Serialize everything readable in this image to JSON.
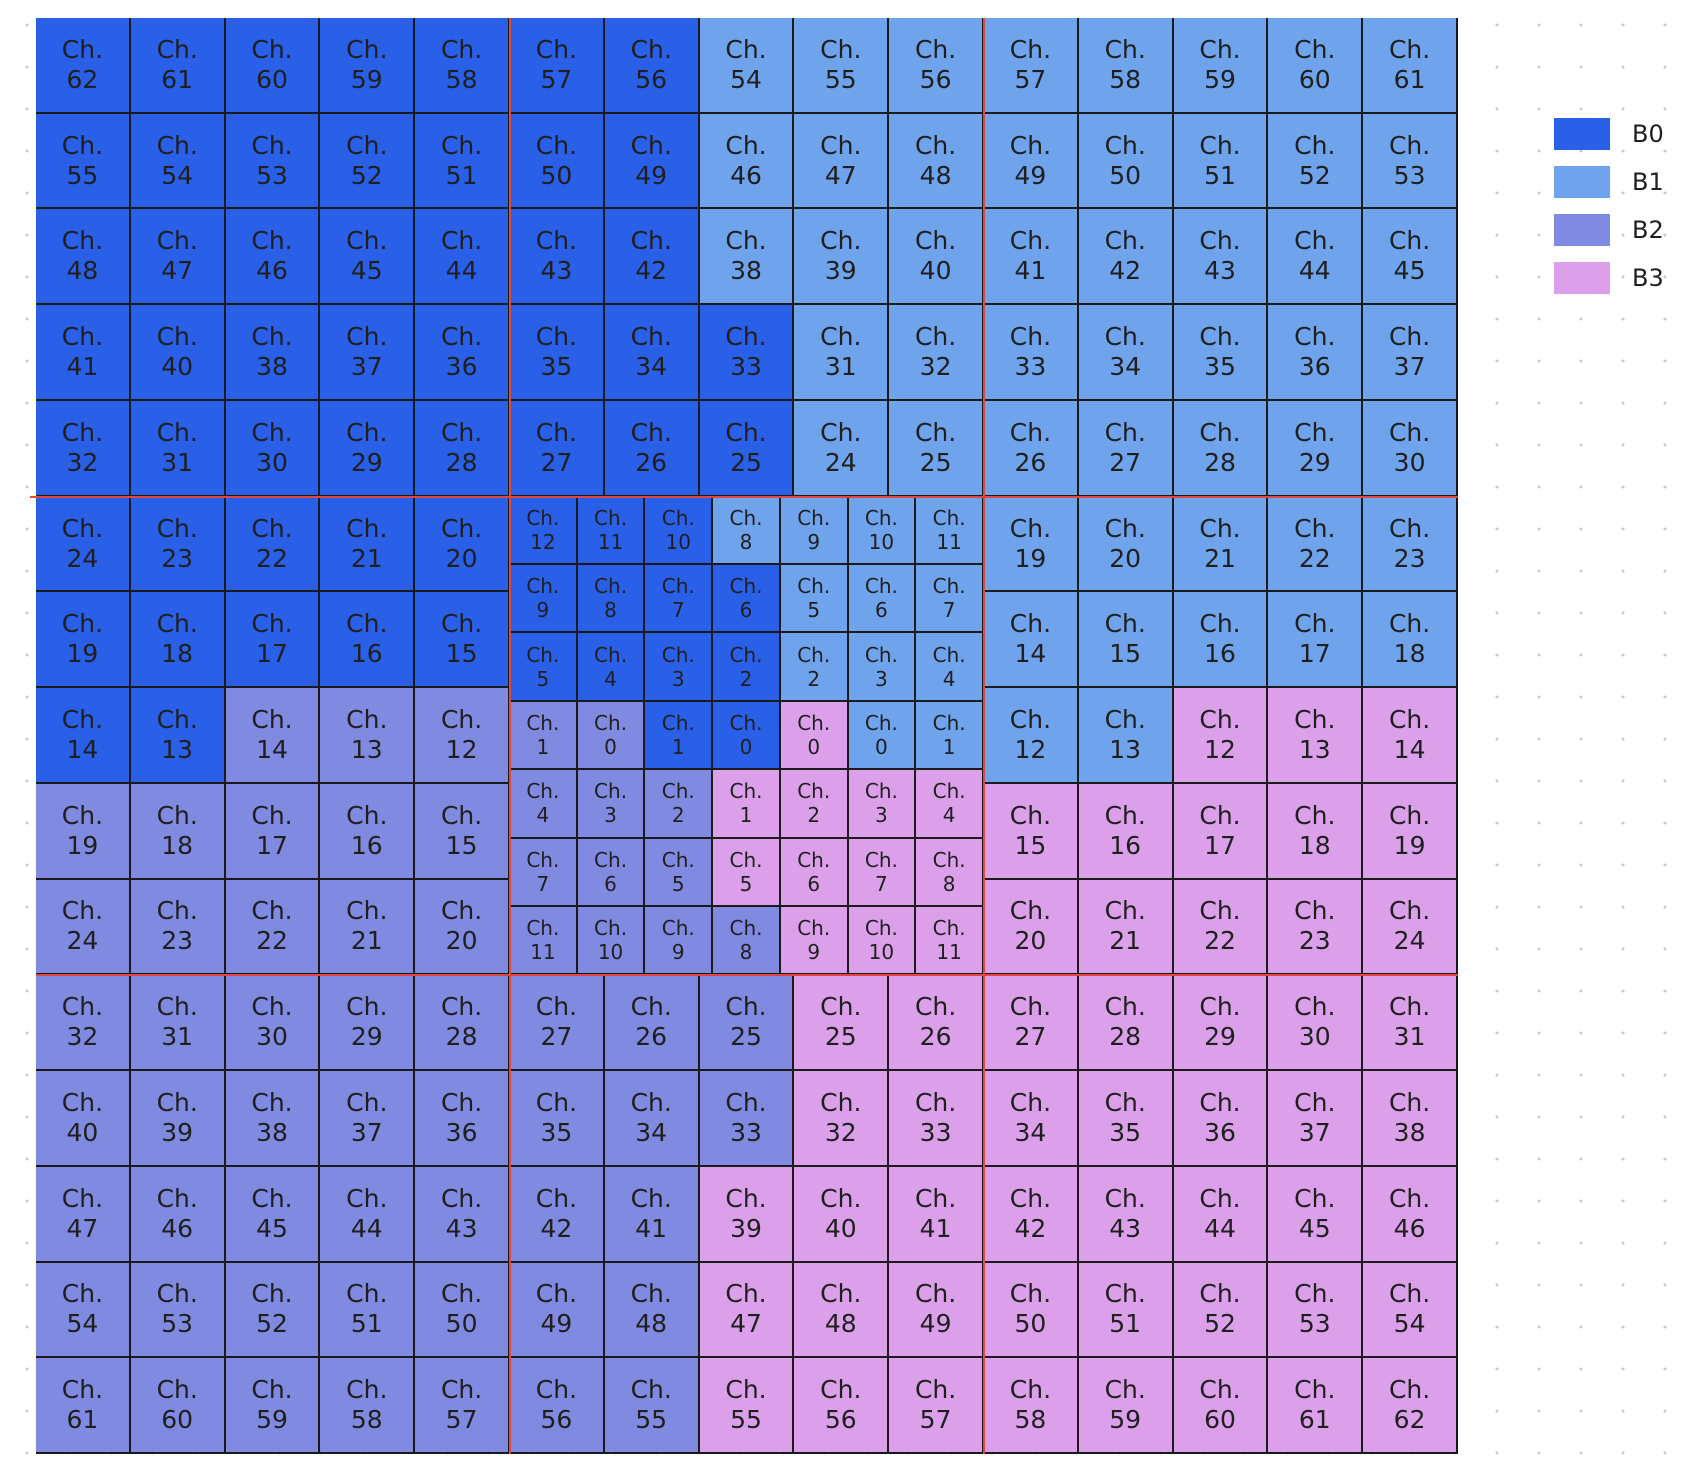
{
  "cell_prefix": "Ch.",
  "bank_colors": {
    "B0": "#2a5fe8",
    "B1": "#6fa3ec",
    "B2": "#7f8ae0",
    "B3": "#dca0ea"
  },
  "legend": [
    {
      "label": "B0",
      "color": "#2a5fe8"
    },
    {
      "label": "B1",
      "color": "#6fa3ec"
    },
    {
      "label": "B2",
      "color": "#7f8ae0"
    },
    {
      "label": "B3",
      "color": "#dca0ea"
    }
  ],
  "outer_rows": [
    [
      {
        "ch": "62",
        "bank": "B0"
      },
      {
        "ch": "61",
        "bank": "B0"
      },
      {
        "ch": "60",
        "bank": "B0"
      },
      {
        "ch": "59",
        "bank": "B0"
      },
      {
        "ch": "58",
        "bank": "B0"
      },
      {
        "ch": "57",
        "bank": "B0"
      },
      {
        "ch": "56",
        "bank": "B0"
      },
      {
        "ch": "54",
        "bank": "B1"
      },
      {
        "ch": "55",
        "bank": "B1"
      },
      {
        "ch": "56",
        "bank": "B1"
      },
      {
        "ch": "57",
        "bank": "B1"
      },
      {
        "ch": "58",
        "bank": "B1"
      },
      {
        "ch": "59",
        "bank": "B1"
      },
      {
        "ch": "60",
        "bank": "B1"
      },
      {
        "ch": "61",
        "bank": "B1"
      }
    ],
    [
      {
        "ch": "55",
        "bank": "B0"
      },
      {
        "ch": "54",
        "bank": "B0"
      },
      {
        "ch": "53",
        "bank": "B0"
      },
      {
        "ch": "52",
        "bank": "B0"
      },
      {
        "ch": "51",
        "bank": "B0"
      },
      {
        "ch": "50",
        "bank": "B0"
      },
      {
        "ch": "49",
        "bank": "B0"
      },
      {
        "ch": "46",
        "bank": "B1"
      },
      {
        "ch": "47",
        "bank": "B1"
      },
      {
        "ch": "48",
        "bank": "B1"
      },
      {
        "ch": "49",
        "bank": "B1"
      },
      {
        "ch": "50",
        "bank": "B1"
      },
      {
        "ch": "51",
        "bank": "B1"
      },
      {
        "ch": "52",
        "bank": "B1"
      },
      {
        "ch": "53",
        "bank": "B1"
      }
    ],
    [
      {
        "ch": "48",
        "bank": "B0"
      },
      {
        "ch": "47",
        "bank": "B0"
      },
      {
        "ch": "46",
        "bank": "B0"
      },
      {
        "ch": "45",
        "bank": "B0"
      },
      {
        "ch": "44",
        "bank": "B0"
      },
      {
        "ch": "43",
        "bank": "B0"
      },
      {
        "ch": "42",
        "bank": "B0"
      },
      {
        "ch": "38",
        "bank": "B1"
      },
      {
        "ch": "39",
        "bank": "B1"
      },
      {
        "ch": "40",
        "bank": "B1"
      },
      {
        "ch": "41",
        "bank": "B1"
      },
      {
        "ch": "42",
        "bank": "B1"
      },
      {
        "ch": "43",
        "bank": "B1"
      },
      {
        "ch": "44",
        "bank": "B1"
      },
      {
        "ch": "45",
        "bank": "B1"
      }
    ],
    [
      {
        "ch": "41",
        "bank": "B0"
      },
      {
        "ch": "40",
        "bank": "B0"
      },
      {
        "ch": "38",
        "bank": "B0"
      },
      {
        "ch": "37",
        "bank": "B0"
      },
      {
        "ch": "36",
        "bank": "B0"
      },
      {
        "ch": "35",
        "bank": "B0"
      },
      {
        "ch": "34",
        "bank": "B0"
      },
      {
        "ch": "33",
        "bank": "B0"
      },
      {
        "ch": "31",
        "bank": "B1"
      },
      {
        "ch": "32",
        "bank": "B1"
      },
      {
        "ch": "33",
        "bank": "B1"
      },
      {
        "ch": "34",
        "bank": "B1"
      },
      {
        "ch": "35",
        "bank": "B1"
      },
      {
        "ch": "36",
        "bank": "B1"
      },
      {
        "ch": "37",
        "bank": "B1"
      }
    ],
    [
      {
        "ch": "32",
        "bank": "B0"
      },
      {
        "ch": "31",
        "bank": "B0"
      },
      {
        "ch": "30",
        "bank": "B0"
      },
      {
        "ch": "29",
        "bank": "B0"
      },
      {
        "ch": "28",
        "bank": "B0"
      },
      {
        "ch": "27",
        "bank": "B0"
      },
      {
        "ch": "26",
        "bank": "B0"
      },
      {
        "ch": "25",
        "bank": "B0"
      },
      {
        "ch": "24",
        "bank": "B1"
      },
      {
        "ch": "25",
        "bank": "B1"
      },
      {
        "ch": "26",
        "bank": "B1"
      },
      {
        "ch": "27",
        "bank": "B1"
      },
      {
        "ch": "28",
        "bank": "B1"
      },
      {
        "ch": "29",
        "bank": "B1"
      },
      {
        "ch": "30",
        "bank": "B1"
      }
    ],
    [
      {
        "ch": "24",
        "bank": "B0"
      },
      {
        "ch": "23",
        "bank": "B0"
      },
      {
        "ch": "22",
        "bank": "B0"
      },
      {
        "ch": "21",
        "bank": "B0"
      },
      {
        "ch": "20",
        "bank": "B0"
      },
      null,
      null,
      null,
      null,
      null,
      {
        "ch": "19",
        "bank": "B1"
      },
      {
        "ch": "20",
        "bank": "B1"
      },
      {
        "ch": "21",
        "bank": "B1"
      },
      {
        "ch": "22",
        "bank": "B1"
      },
      {
        "ch": "23",
        "bank": "B1"
      }
    ],
    [
      {
        "ch": "19",
        "bank": "B0"
      },
      {
        "ch": "18",
        "bank": "B0"
      },
      {
        "ch": "17",
        "bank": "B0"
      },
      {
        "ch": "16",
        "bank": "B0"
      },
      {
        "ch": "15",
        "bank": "B0"
      },
      null,
      null,
      null,
      null,
      null,
      {
        "ch": "14",
        "bank": "B1"
      },
      {
        "ch": "15",
        "bank": "B1"
      },
      {
        "ch": "16",
        "bank": "B1"
      },
      {
        "ch": "17",
        "bank": "B1"
      },
      {
        "ch": "18",
        "bank": "B1"
      }
    ],
    [
      {
        "ch": "14",
        "bank": "B0"
      },
      {
        "ch": "13",
        "bank": "B0"
      },
      {
        "ch": "14",
        "bank": "B2"
      },
      {
        "ch": "13",
        "bank": "B2"
      },
      {
        "ch": "12",
        "bank": "B2"
      },
      null,
      null,
      null,
      null,
      null,
      {
        "ch": "12",
        "bank": "B1"
      },
      {
        "ch": "13",
        "bank": "B1"
      },
      {
        "ch": "12",
        "bank": "B3"
      },
      {
        "ch": "13",
        "bank": "B3"
      },
      {
        "ch": "14",
        "bank": "B3"
      }
    ],
    [
      {
        "ch": "19",
        "bank": "B2"
      },
      {
        "ch": "18",
        "bank": "B2"
      },
      {
        "ch": "17",
        "bank": "B2"
      },
      {
        "ch": "16",
        "bank": "B2"
      },
      {
        "ch": "15",
        "bank": "B2"
      },
      null,
      null,
      null,
      null,
      null,
      {
        "ch": "15",
        "bank": "B3"
      },
      {
        "ch": "16",
        "bank": "B3"
      },
      {
        "ch": "17",
        "bank": "B3"
      },
      {
        "ch": "18",
        "bank": "B3"
      },
      {
        "ch": "19",
        "bank": "B3"
      }
    ],
    [
      {
        "ch": "24",
        "bank": "B2"
      },
      {
        "ch": "23",
        "bank": "B2"
      },
      {
        "ch": "22",
        "bank": "B2"
      },
      {
        "ch": "21",
        "bank": "B2"
      },
      {
        "ch": "20",
        "bank": "B2"
      },
      null,
      null,
      null,
      null,
      null,
      {
        "ch": "20",
        "bank": "B3"
      },
      {
        "ch": "21",
        "bank": "B3"
      },
      {
        "ch": "22",
        "bank": "B3"
      },
      {
        "ch": "23",
        "bank": "B3"
      },
      {
        "ch": "24",
        "bank": "B3"
      }
    ],
    [
      {
        "ch": "32",
        "bank": "B2"
      },
      {
        "ch": "31",
        "bank": "B2"
      },
      {
        "ch": "30",
        "bank": "B2"
      },
      {
        "ch": "29",
        "bank": "B2"
      },
      {
        "ch": "28",
        "bank": "B2"
      },
      {
        "ch": "27",
        "bank": "B2"
      },
      {
        "ch": "26",
        "bank": "B2"
      },
      {
        "ch": "25",
        "bank": "B2"
      },
      {
        "ch": "25",
        "bank": "B3"
      },
      {
        "ch": "26",
        "bank": "B3"
      },
      {
        "ch": "27",
        "bank": "B3"
      },
      {
        "ch": "28",
        "bank": "B3"
      },
      {
        "ch": "29",
        "bank": "B3"
      },
      {
        "ch": "30",
        "bank": "B3"
      },
      {
        "ch": "31",
        "bank": "B3"
      }
    ],
    [
      {
        "ch": "40",
        "bank": "B2"
      },
      {
        "ch": "39",
        "bank": "B2"
      },
      {
        "ch": "38",
        "bank": "B2"
      },
      {
        "ch": "37",
        "bank": "B2"
      },
      {
        "ch": "36",
        "bank": "B2"
      },
      {
        "ch": "35",
        "bank": "B2"
      },
      {
        "ch": "34",
        "bank": "B2"
      },
      {
        "ch": "33",
        "bank": "B2"
      },
      {
        "ch": "32",
        "bank": "B3"
      },
      {
        "ch": "33",
        "bank": "B3"
      },
      {
        "ch": "34",
        "bank": "B3"
      },
      {
        "ch": "35",
        "bank": "B3"
      },
      {
        "ch": "36",
        "bank": "B3"
      },
      {
        "ch": "37",
        "bank": "B3"
      },
      {
        "ch": "38",
        "bank": "B3"
      }
    ],
    [
      {
        "ch": "47",
        "bank": "B2"
      },
      {
        "ch": "46",
        "bank": "B2"
      },
      {
        "ch": "45",
        "bank": "B2"
      },
      {
        "ch": "44",
        "bank": "B2"
      },
      {
        "ch": "43",
        "bank": "B2"
      },
      {
        "ch": "42",
        "bank": "B2"
      },
      {
        "ch": "41",
        "bank": "B2"
      },
      {
        "ch": "39",
        "bank": "B3"
      },
      {
        "ch": "40",
        "bank": "B3"
      },
      {
        "ch": "41",
        "bank": "B3"
      },
      {
        "ch": "42",
        "bank": "B3"
      },
      {
        "ch": "43",
        "bank": "B3"
      },
      {
        "ch": "44",
        "bank": "B3"
      },
      {
        "ch": "45",
        "bank": "B3"
      },
      {
        "ch": "46",
        "bank": "B3"
      }
    ],
    [
      {
        "ch": "54",
        "bank": "B2"
      },
      {
        "ch": "53",
        "bank": "B2"
      },
      {
        "ch": "52",
        "bank": "B2"
      },
      {
        "ch": "51",
        "bank": "B2"
      },
      {
        "ch": "50",
        "bank": "B2"
      },
      {
        "ch": "49",
        "bank": "B2"
      },
      {
        "ch": "48",
        "bank": "B2"
      },
      {
        "ch": "47",
        "bank": "B3"
      },
      {
        "ch": "48",
        "bank": "B3"
      },
      {
        "ch": "49",
        "bank": "B3"
      },
      {
        "ch": "50",
        "bank": "B3"
      },
      {
        "ch": "51",
        "bank": "B3"
      },
      {
        "ch": "52",
        "bank": "B3"
      },
      {
        "ch": "53",
        "bank": "B3"
      },
      {
        "ch": "54",
        "bank": "B3"
      }
    ],
    [
      {
        "ch": "61",
        "bank": "B2"
      },
      {
        "ch": "60",
        "bank": "B2"
      },
      {
        "ch": "59",
        "bank": "B2"
      },
      {
        "ch": "58",
        "bank": "B2"
      },
      {
        "ch": "57",
        "bank": "B2"
      },
      {
        "ch": "56",
        "bank": "B2"
      },
      {
        "ch": "55",
        "bank": "B2"
      },
      {
        "ch": "55",
        "bank": "B3"
      },
      {
        "ch": "56",
        "bank": "B3"
      },
      {
        "ch": "57",
        "bank": "B3"
      },
      {
        "ch": "58",
        "bank": "B3"
      },
      {
        "ch": "59",
        "bank": "B3"
      },
      {
        "ch": "60",
        "bank": "B3"
      },
      {
        "ch": "61",
        "bank": "B3"
      },
      {
        "ch": "62",
        "bank": "B3"
      }
    ]
  ],
  "inner_rows": [
    [
      {
        "ch": "12",
        "bank": "B0"
      },
      {
        "ch": "11",
        "bank": "B0"
      },
      {
        "ch": "10",
        "bank": "B0"
      },
      {
        "ch": "8",
        "bank": "B1"
      },
      {
        "ch": "9",
        "bank": "B1"
      },
      {
        "ch": "10",
        "bank": "B1"
      },
      {
        "ch": "11",
        "bank": "B1"
      }
    ],
    [
      {
        "ch": "9",
        "bank": "B0"
      },
      {
        "ch": "8",
        "bank": "B0"
      },
      {
        "ch": "7",
        "bank": "B0"
      },
      {
        "ch": "6",
        "bank": "B0"
      },
      {
        "ch": "5",
        "bank": "B1"
      },
      {
        "ch": "6",
        "bank": "B1"
      },
      {
        "ch": "7",
        "bank": "B1"
      }
    ],
    [
      {
        "ch": "5",
        "bank": "B0"
      },
      {
        "ch": "4",
        "bank": "B0"
      },
      {
        "ch": "3",
        "bank": "B0"
      },
      {
        "ch": "2",
        "bank": "B0"
      },
      {
        "ch": "2",
        "bank": "B1"
      },
      {
        "ch": "3",
        "bank": "B1"
      },
      {
        "ch": "4",
        "bank": "B1"
      }
    ],
    [
      {
        "ch": "1",
        "bank": "B2"
      },
      {
        "ch": "0",
        "bank": "B2"
      },
      {
        "ch": "1",
        "bank": "B0"
      },
      {
        "ch": "0",
        "bank": "B0"
      },
      {
        "ch": "0",
        "bank": "B3"
      },
      {
        "ch": "0",
        "bank": "B1"
      },
      {
        "ch": "1",
        "bank": "B1"
      }
    ],
    [
      {
        "ch": "4",
        "bank": "B2"
      },
      {
        "ch": "3",
        "bank": "B2"
      },
      {
        "ch": "2",
        "bank": "B2"
      },
      {
        "ch": "1",
        "bank": "B3"
      },
      {
        "ch": "2",
        "bank": "B3"
      },
      {
        "ch": "3",
        "bank": "B3"
      },
      {
        "ch": "4",
        "bank": "B3"
      }
    ],
    [
      {
        "ch": "7",
        "bank": "B2"
      },
      {
        "ch": "6",
        "bank": "B2"
      },
      {
        "ch": "5",
        "bank": "B2"
      },
      {
        "ch": "5",
        "bank": "B3"
      },
      {
        "ch": "6",
        "bank": "B3"
      },
      {
        "ch": "7",
        "bank": "B3"
      },
      {
        "ch": "8",
        "bank": "B3"
      }
    ],
    [
      {
        "ch": "11",
        "bank": "B2"
      },
      {
        "ch": "10",
        "bank": "B2"
      },
      {
        "ch": "9",
        "bank": "B2"
      },
      {
        "ch": "8",
        "bank": "B2"
      },
      {
        "ch": "9",
        "bank": "B3"
      },
      {
        "ch": "10",
        "bank": "B3"
      },
      {
        "ch": "11",
        "bank": "B3"
      }
    ]
  ]
}
